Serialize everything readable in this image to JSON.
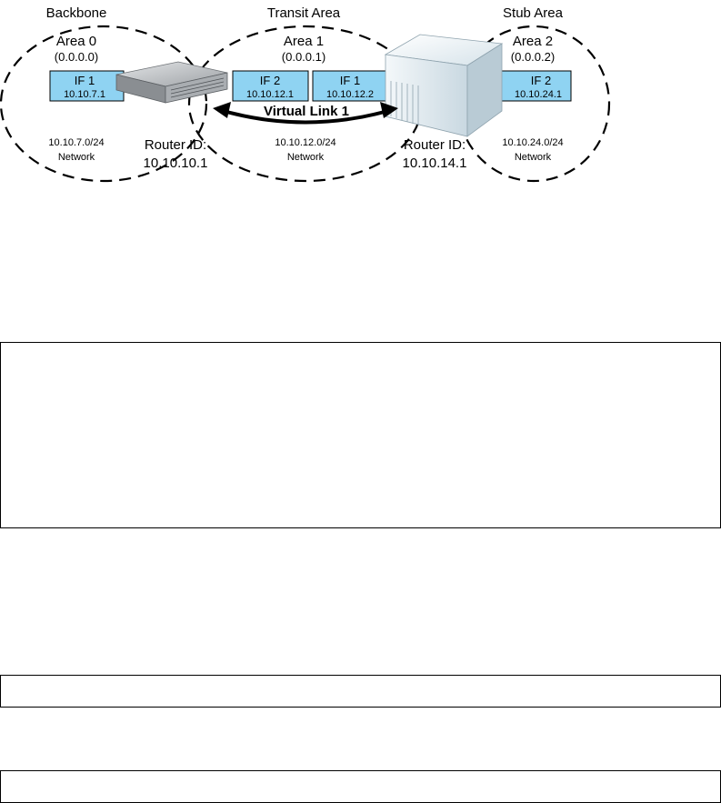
{
  "areas": [
    {
      "heading": "Backbone",
      "name": "Area 0",
      "id": "(0.0.0.0)",
      "network": "10.10.7.0/24",
      "network_word": "Network"
    },
    {
      "heading": "Transit Area",
      "name": "Area 1",
      "id": "(0.0.0.1)",
      "network": "10.10.12.0/24",
      "network_word": "Network"
    },
    {
      "heading": "Stub Area",
      "name": "Area 2",
      "id": "(0.0.0.2)",
      "network": "10.10.24.0/24",
      "network_word": "Network"
    }
  ],
  "interfaces": [
    {
      "name": "IF 1",
      "ip": "10.10.7.1"
    },
    {
      "name": "IF 2",
      "ip": "10.10.12.1"
    },
    {
      "name": "IF 1",
      "ip": "10.10.12.2"
    },
    {
      "name": "IF 2",
      "ip": "10.10.24.1"
    }
  ],
  "routers": [
    {
      "label": "Router ID:",
      "id": "10.10.10.1"
    },
    {
      "label": "Router ID:",
      "id": "10.10.14.1"
    }
  ],
  "virtual_link": "Virtual Link 1",
  "colors": {
    "interface_fill": "#8fd3f2",
    "chassis": "#dfe9ef",
    "switch": "#b9bcc0"
  }
}
